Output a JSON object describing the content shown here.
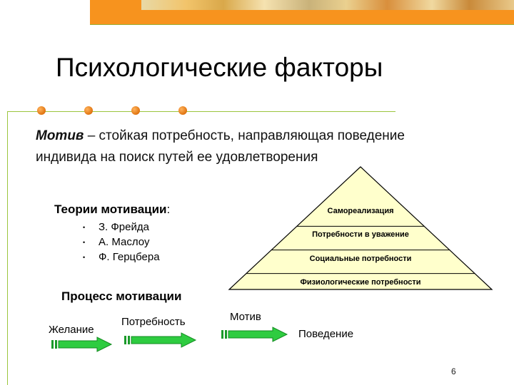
{
  "slide": {
    "title": "Психологические факторы",
    "definition": {
      "term": "Мотив",
      "text": " – стойкая потребность, направляющая поведение индивида на поиск путей ее удовлетворения"
    },
    "theories": {
      "heading": "Теории мотивации",
      "colon": ":",
      "items": [
        "З. Фрейда",
        "А. Маслоу",
        "Ф. Герцбера"
      ]
    },
    "pyramid": {
      "levels": [
        "Самореализация",
        "Потребности в уважение",
        "Социальные потребности",
        "Физиологические потребности"
      ],
      "fill_color": "#ffffcc"
    },
    "process": {
      "heading": "Процесс мотивации",
      "steps": [
        "Желание",
        "Потребность",
        "Мотив",
        "Поведение"
      ],
      "arrow_color": "#2ecc40"
    },
    "page_number": "6",
    "colors": {
      "accent_orange": "#f7931e",
      "line_green": "#9bc53d"
    }
  }
}
